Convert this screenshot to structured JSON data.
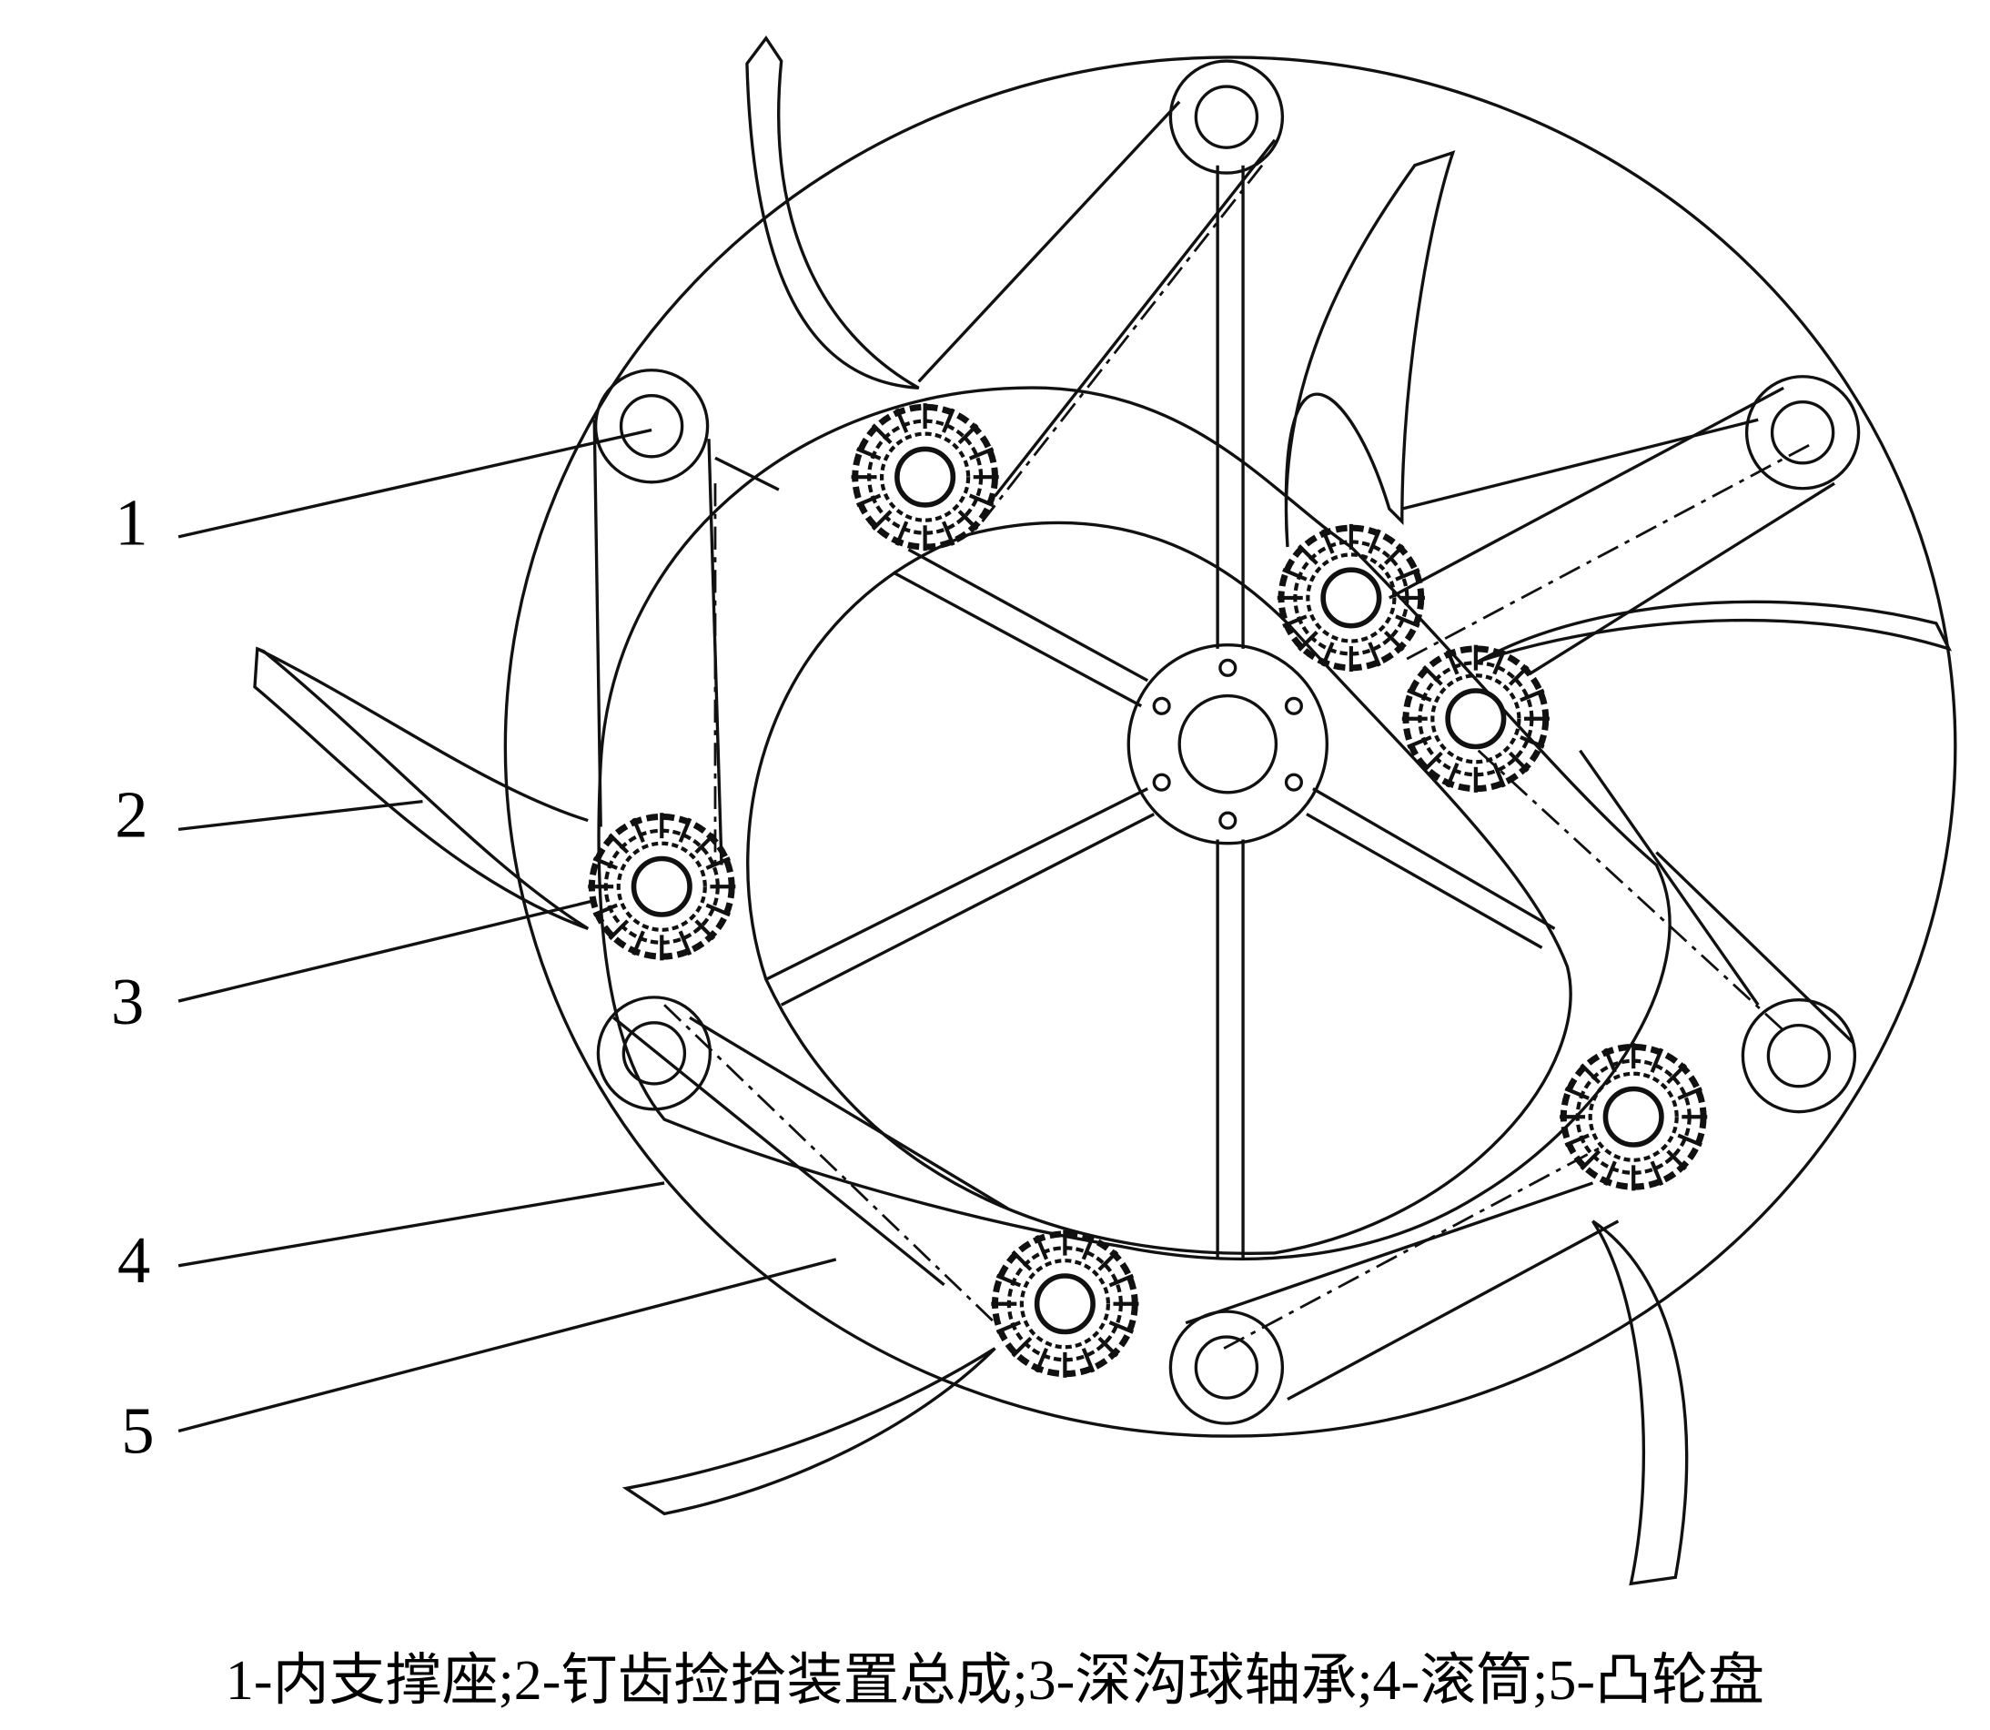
{
  "callouts": [
    {
      "label": "1",
      "name": "inner-support-seat"
    },
    {
      "label": "2",
      "name": "spike-tooth-pickup-assembly"
    },
    {
      "label": "3",
      "name": "deep-groove-ball-bearing"
    },
    {
      "label": "4",
      "name": "drum"
    },
    {
      "label": "5",
      "name": "cam-disc"
    }
  ],
  "caption": "1-内支撑座;2-钉齿捡拾装置总成;3-深沟球轴承;4-滚筒;5-凸轮盘",
  "colors": {
    "stroke": "#111111",
    "background": "#ffffff"
  }
}
